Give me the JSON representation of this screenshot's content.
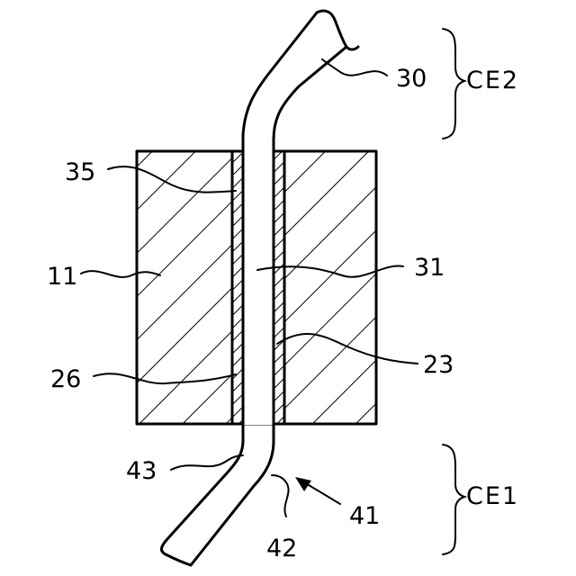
{
  "labels": {
    "ref_30": "30",
    "ref_35": "35",
    "ref_11": "11",
    "ref_31": "31",
    "ref_23": "23",
    "ref_26": "26",
    "ref_43": "43",
    "ref_41": "41",
    "ref_42": "42",
    "zone_ce2": "CE2",
    "zone_ce1": "CE1"
  }
}
